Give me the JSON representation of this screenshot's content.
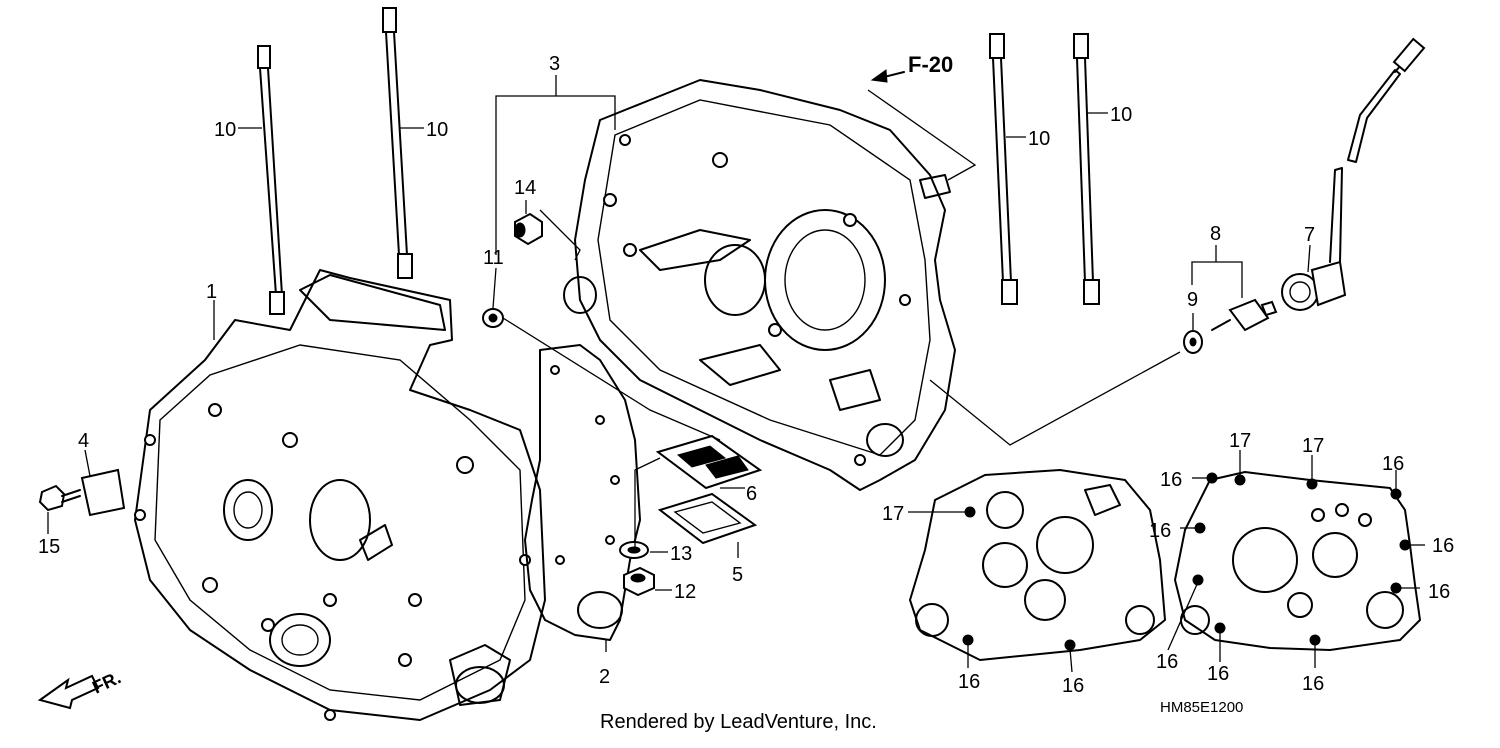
{
  "diagram": {
    "callouts": [
      {
        "id": "c1",
        "label": "1"
      },
      {
        "id": "c2",
        "label": "2"
      },
      {
        "id": "c3",
        "label": "3"
      },
      {
        "id": "c4",
        "label": "4"
      },
      {
        "id": "c5",
        "label": "5"
      },
      {
        "id": "c6",
        "label": "6"
      },
      {
        "id": "c7",
        "label": "7"
      },
      {
        "id": "c8",
        "label": "8"
      },
      {
        "id": "c9",
        "label": "9"
      },
      {
        "id": "c10a",
        "label": "10"
      },
      {
        "id": "c10b",
        "label": "10"
      },
      {
        "id": "c10c",
        "label": "10"
      },
      {
        "id": "c10d",
        "label": "10"
      },
      {
        "id": "c11",
        "label": "11"
      },
      {
        "id": "c12",
        "label": "12"
      },
      {
        "id": "c13",
        "label": "13"
      },
      {
        "id": "c14",
        "label": "14"
      },
      {
        "id": "c15",
        "label": "15"
      },
      {
        "id": "c16a",
        "label": "16"
      },
      {
        "id": "c16b",
        "label": "16"
      },
      {
        "id": "c16c",
        "label": "16"
      },
      {
        "id": "c16d",
        "label": "16"
      },
      {
        "id": "c16e",
        "label": "16"
      },
      {
        "id": "c16f",
        "label": "16"
      },
      {
        "id": "c16g",
        "label": "16"
      },
      {
        "id": "c16h",
        "label": "16"
      },
      {
        "id": "c16i",
        "label": "16"
      },
      {
        "id": "c17a",
        "label": "17"
      },
      {
        "id": "c17b",
        "label": "17"
      },
      {
        "id": "c17c",
        "label": "17"
      }
    ],
    "reference_label": "F-20",
    "front_label": "FR.",
    "diagram_code": "HM85E1200",
    "credit": "Rendered by LeadVenture, Inc."
  }
}
